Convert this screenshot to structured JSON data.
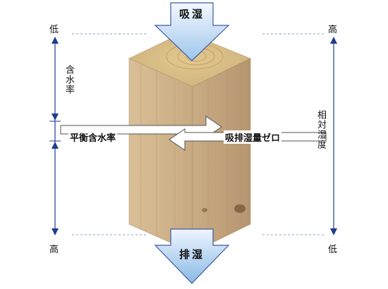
{
  "top_arrow_label": "吸湿",
  "bottom_arrow_label": "排湿",
  "left_axis": {
    "top_label": "低",
    "bottom_label": "高",
    "middle_label": "含水率"
  },
  "right_axis": {
    "top_label": "高",
    "bottom_label": "低",
    "middle_label": "相対湿度"
  },
  "balance_label": "平衡含水率",
  "zero_label": "吸排湿量ゼロ",
  "colors": {
    "axis_blue": "#1f3d8f",
    "arrow_gradient_top": "#f4f8ff",
    "arrow_gradient_bottom": "#9dc6ea",
    "arrow_stroke": "#3c5aa0",
    "wood_top": "#d8c08c",
    "wood_left": "#cdb08a",
    "wood_right": "#bfa07a"
  }
}
